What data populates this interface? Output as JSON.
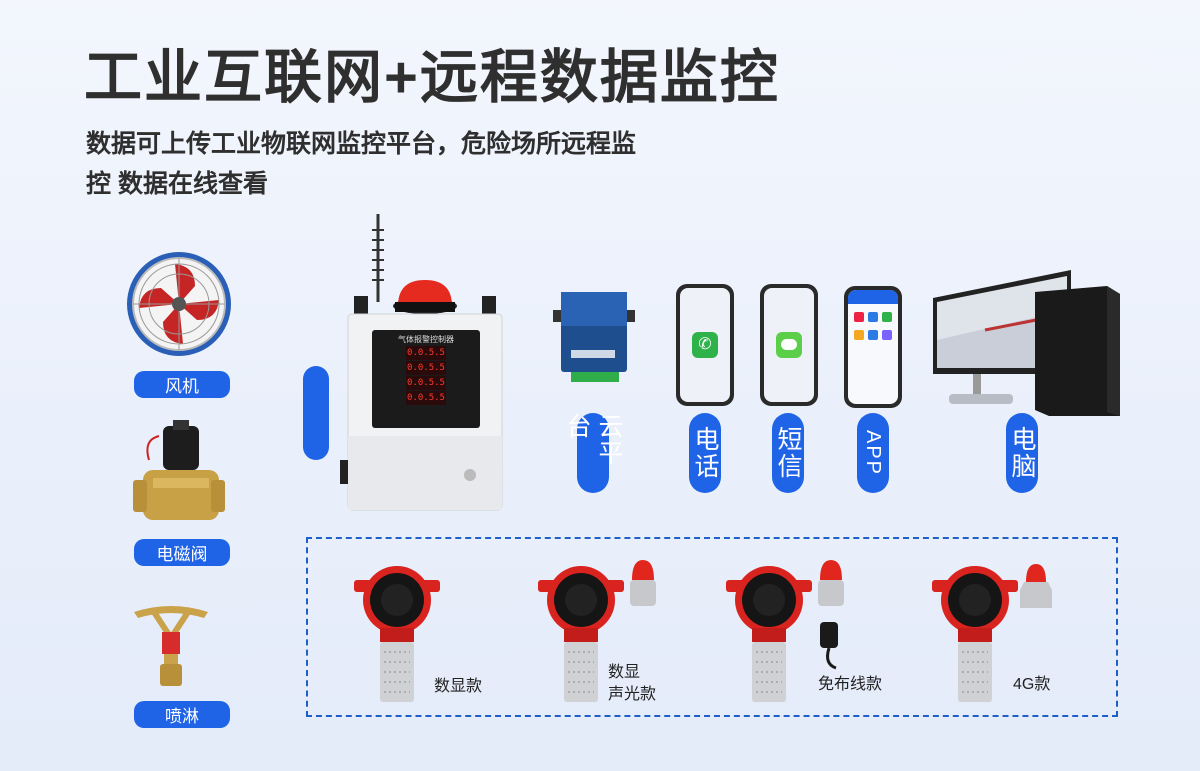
{
  "header": {
    "title": "工业互联网+远程数据监控",
    "subtitle_line1": "数据可上传工业物联网监控平台，危险场所远程监",
    "subtitle_line2": "控 数据在线查看"
  },
  "outputs": [
    {
      "label": "风机",
      "icon": "fan-icon"
    },
    {
      "label": "电磁阀",
      "icon": "solenoid-valve-icon"
    },
    {
      "label": "喷淋",
      "icon": "sprinkler-icon"
    }
  ],
  "controller": {
    "panel_title": "气体报警控制器",
    "display_readings": [
      "0.0.5.5",
      "0.0.5.5",
      "0.0.5.5",
      "0.0.5.5"
    ]
  },
  "remote": [
    {
      "label": "云平台",
      "icon": "cloud-gateway-icon"
    },
    {
      "label": "电话",
      "icon": "phone-call-icon"
    },
    {
      "label": "短信",
      "icon": "sms-icon"
    },
    {
      "label": "APP",
      "icon": "app-icon"
    },
    {
      "label": "电脑",
      "icon": "computer-icon"
    }
  ],
  "detectors": [
    {
      "label_line1": "数显款",
      "label_line2": ""
    },
    {
      "label_line1": "数显",
      "label_line2": "声光款"
    },
    {
      "label_line1": "免布线款",
      "label_line2": ""
    },
    {
      "label_line1": "4G款",
      "label_line2": ""
    }
  ],
  "colors": {
    "accent": "#1f63e6",
    "detector_red": "#d9231f",
    "dash_border": "#1f5fc8"
  }
}
